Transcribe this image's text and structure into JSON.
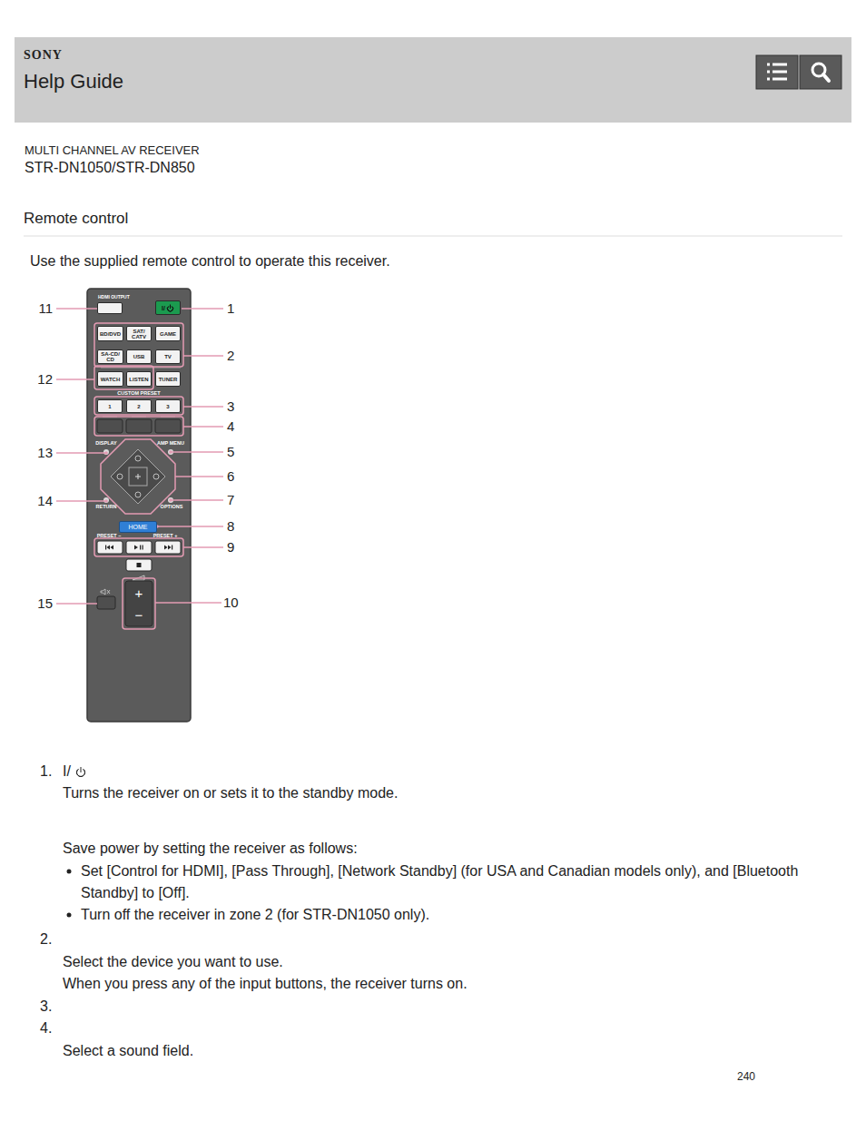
{
  "diagram": {
    "nodes": [
      {
        "text": [
          "SONY",
          "Help Guide"
        ]
      },
      {
        "text": [
          "HDMI OUTPUT"
        ]
      },
      {
        "text": [
          "I/"
        ]
      },
      {
        "text": [
          "BD/DVD"
        ]
      },
      {
        "text": [
          "SAT/ CATV"
        ]
      },
      {
        "text": [
          "GAME"
        ]
      },
      {
        "text": [
          "SA-CD/ CD"
        ]
      },
      {
        "text": [
          "USB"
        ]
      },
      {
        "text": [
          "TV"
        ]
      },
      {
        "text": [
          "WATCH"
        ]
      },
      {
        "text": [
          "LISTEN"
        ]
      },
      {
        "text": [
          "TUNER"
        ]
      },
      {
        "text": [
          "1"
        ]
      },
      {
        "text": [
          "2"
        ]
      },
      {
        "text": [
          "3"
        ]
      },
      {
        "text": [
          "HOME"
        ]
      },
      {
        "text": [
          "+"
        ]
      },
      {
        "text": [
          "−"
        ]
      }
    ],
    "labels": [
      "MULTI CHANNEL AV RECEIVER",
      "STR-DN1050/STR-DN850",
      "Remote control",
      "Use the supplied remote control to operate this receiver.",
      "CUSTOM PRESET",
      "DISPLAY",
      "AMP MENU",
      "RETURN",
      "OPTIONS",
      "PRESET –",
      "PRESET +",
      "11",
      "1",
      "2",
      "12",
      "3",
      "4",
      "13",
      "5",
      "6",
      "14",
      "7",
      "8",
      "9",
      "15",
      "10",
      "1.",
      "I/",
      "Turns the receiver on or sets it to the standby mode.",
      "Save power by setting the receiver as follows:",
      "Set [Control for HDMI], [Pass Through], [Network Standby] (for USA and Canadian models only), and [Bluetooth Standby] to [Off].",
      "Turn off the receiver in zone 2 (for STR-DN1050 only).",
      "2.",
      "Select the device you want to use.",
      "When you press any of the input buttons, the receiver turns on.",
      "3.",
      "4.",
      "Select a sound field.",
      "240"
    ]
  }
}
